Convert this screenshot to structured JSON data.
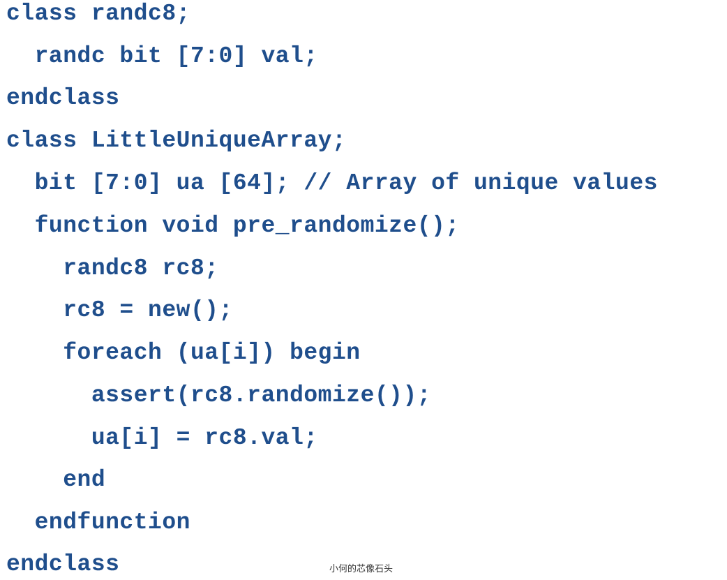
{
  "code_lines": [
    "class randc8;",
    "  randc bit [7:0] val;",
    "endclass",
    "class LittleUniqueArray;",
    "  bit [7:0] ua [64]; // Array of unique values",
    "  function void pre_randomize();",
    "    randc8 rc8;",
    "    rc8 = new();",
    "    foreach (ua[i]) begin",
    "      assert(rc8.randomize());",
    "      ua[i] = rc8.val;",
    "    end",
    "  endfunction",
    "endclass"
  ],
  "watermark": "小何的芯像石头",
  "colors": {
    "code_text": "#1f4e8c",
    "background": "#ffffff"
  }
}
